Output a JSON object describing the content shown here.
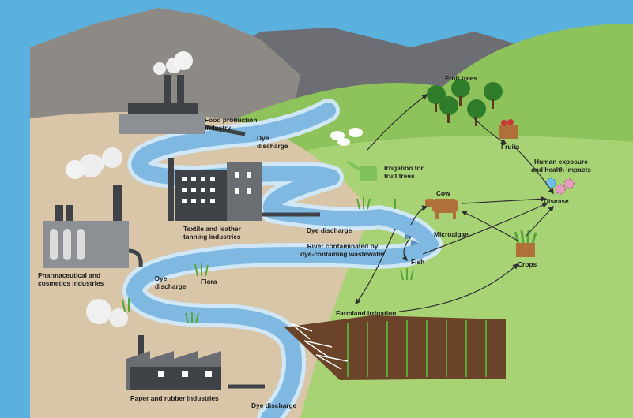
{
  "colors": {
    "sky": "#5ab1dd",
    "mountain_far": "#6d6e73",
    "mountain_left": "#8d8a85",
    "hill_green": "#8ec25a",
    "meadow": "#a7d375",
    "land": "#d9c6a8",
    "river": "#7fb8e0",
    "river_edge": "#cfe7f7",
    "factory_dark": "#3f4247",
    "factory_grey": "#8c8f94",
    "soil": "#6b4328",
    "crop_green": "#58a637",
    "tree_green": "#2f7d2b",
    "cow": "#b0703a",
    "arrow": "#2f2f2f"
  },
  "labels": {
    "food_industry": "Food production\nIndustry",
    "dye_discharge_1": "Dye\ndischarge",
    "textile_industry": "Textile and leather\ntanning industries",
    "dye_discharge_2": "Dye discharge",
    "pharma_industry": "Pharmaceutical and\ncosmetics industries",
    "dye_discharge_3": "Dye\ndischarge",
    "flora": "Flora",
    "paper_industry": "Paper and rubber industries",
    "dye_discharge_4": "Dye discharge",
    "river_contaminated": "River contaminated by\ndye-containing wastewater",
    "microalgae": "Microalgae",
    "fish": "Fish",
    "cow": "Cow",
    "irrigation_fruit_trees": "Irrigation for\nfruit trees",
    "fruit_trees": "Fruit trees",
    "fruits": "Fruits",
    "human_exposure": "Human exposure\nand health impacts",
    "disease": "Disease",
    "crops": "Crops",
    "farmland_irrigation": "Farmland irrigation"
  },
  "icons": [
    "factory-icon",
    "watering-can-icon",
    "fruit-tree-icon",
    "fruit-basket-icon",
    "cow-icon",
    "pathogen-icon",
    "crop-basket-icon",
    "sprinkler-icon",
    "fish-icon",
    "sheep-icon"
  ]
}
